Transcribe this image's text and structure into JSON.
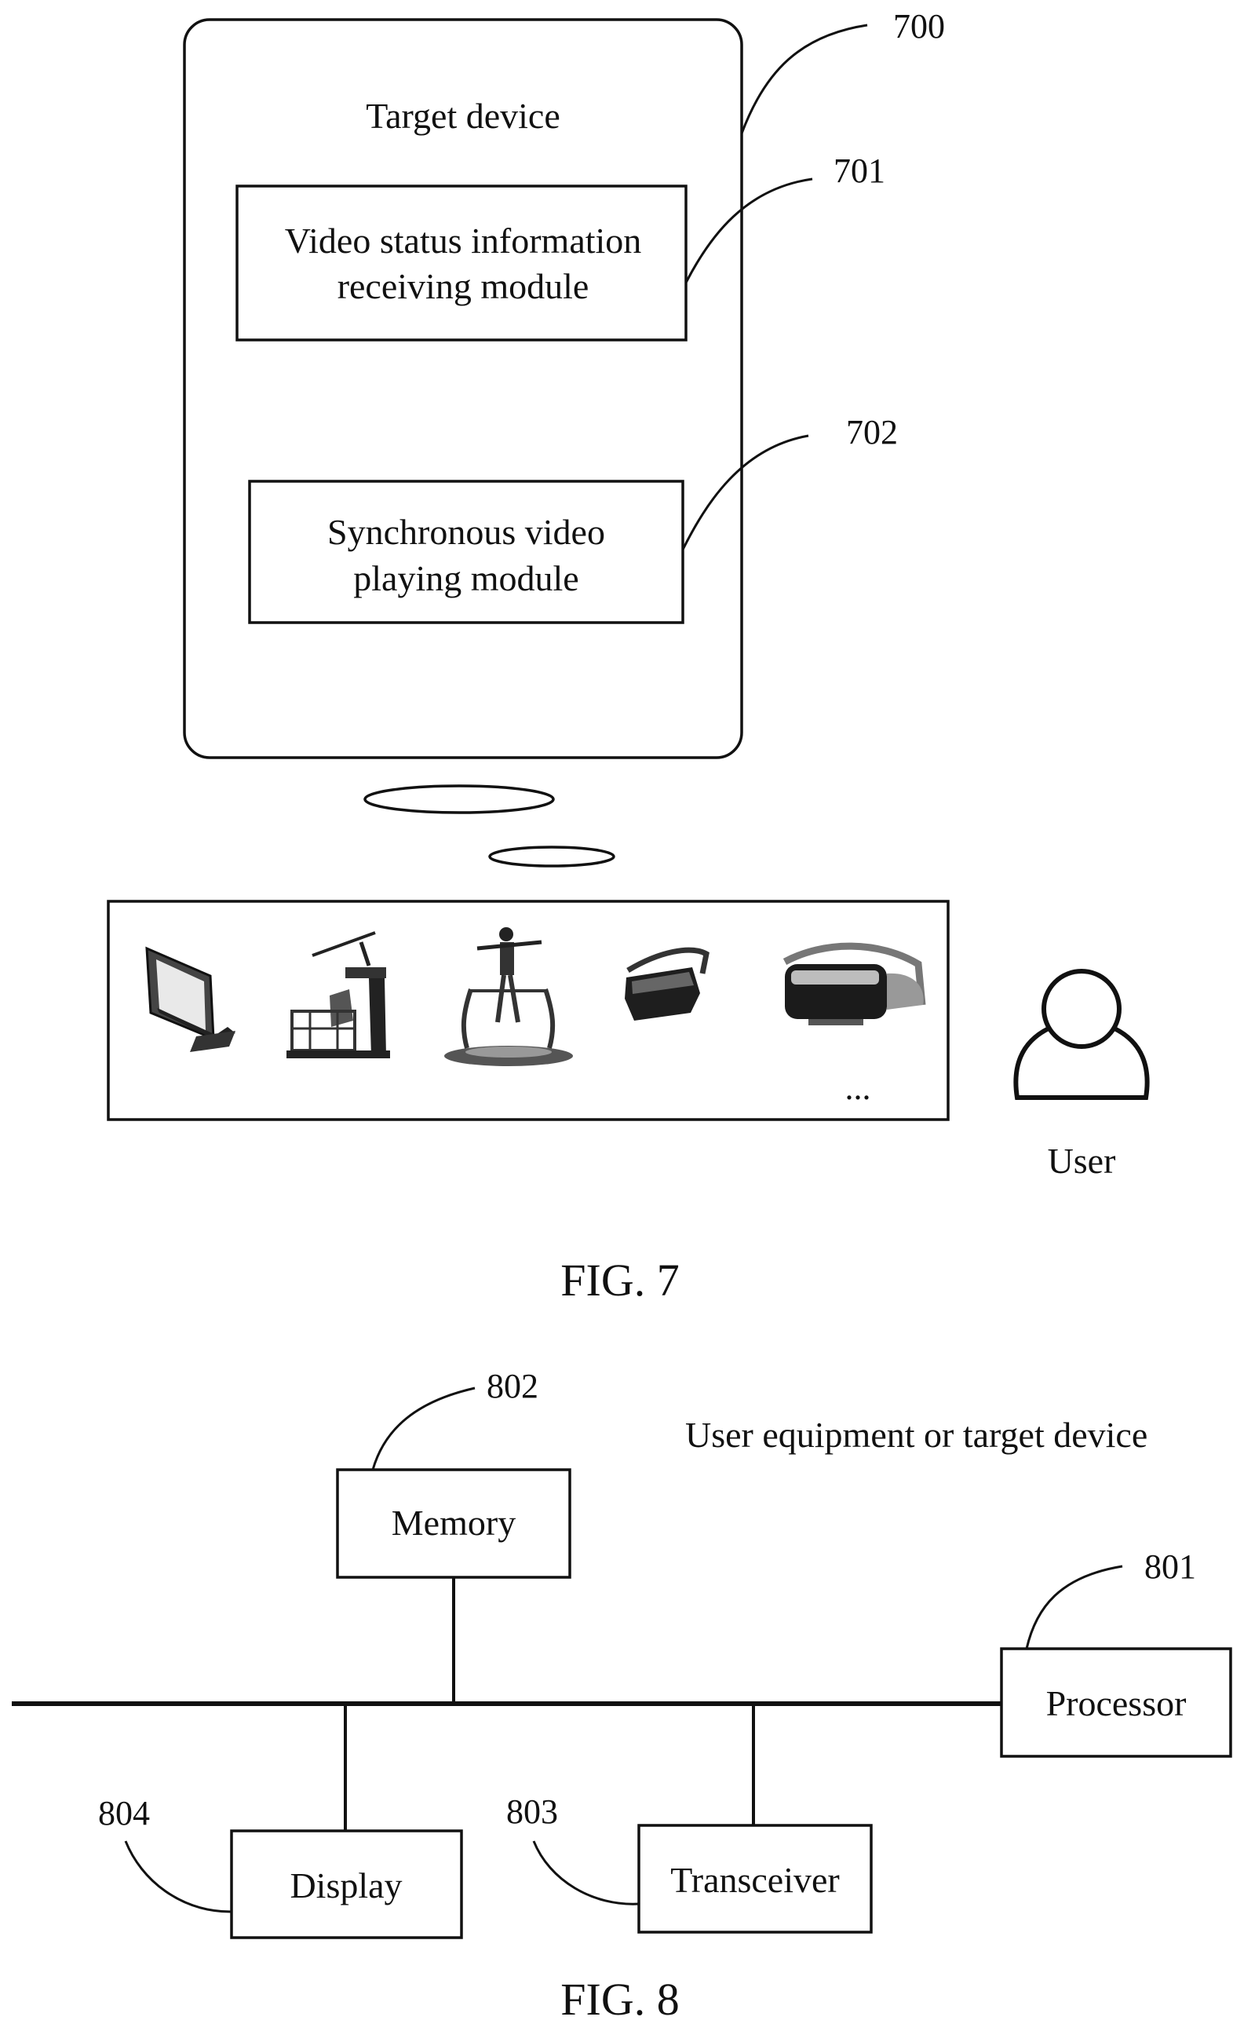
{
  "fig7": {
    "caption": "FIG. 7",
    "ref_device": "700",
    "device_title": "Target device",
    "module1": {
      "ref": "701",
      "line1": "Video status information",
      "line2": "receiving module"
    },
    "module2": {
      "ref": "702",
      "line1": "Synchronous video",
      "line2": "playing module"
    },
    "terminals": {
      "items": [
        "monitor-icon",
        "flight-simulator-icon",
        "vr-treadmill-icon",
        "vr-goggles-icon",
        "vr-headset-icon"
      ],
      "ellipsis": "..."
    },
    "user_label": "User"
  },
  "fig8": {
    "caption": "FIG. 8",
    "heading": "User equipment or target device",
    "memory": {
      "ref": "802",
      "label": "Memory"
    },
    "processor": {
      "ref": "801",
      "label": "Processor"
    },
    "display": {
      "ref": "804",
      "label": "Display"
    },
    "transceiver": {
      "ref": "803",
      "label": "Transceiver"
    }
  }
}
